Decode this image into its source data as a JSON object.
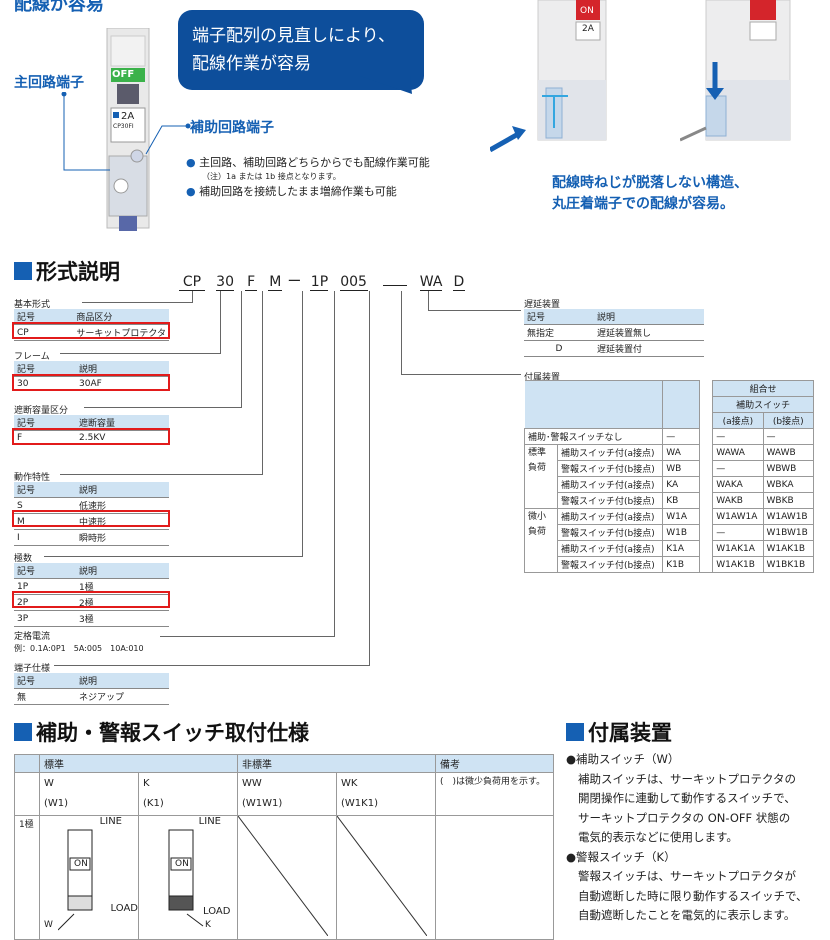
{
  "top": {
    "header_cut": "配線が容易",
    "bubble_line1": "端子配列の見直しにより、",
    "bubble_line2": "配線作業が容易",
    "main_terminal": "主回路端子",
    "aux_terminal": "補助回路端子",
    "breaker_off": "OFF",
    "breaker_rating": "2A",
    "breaker_model": "CP30FI",
    "bullets": [
      "主回路、補助回路どちらからでも配線作業可能",
      "補助回路を接続したまま増締作業も可能"
    ],
    "note": "（注）1a または 1b 接点となります。",
    "right_caption_line1": "配線時ねじが脱落しない構造、",
    "right_caption_line2": "丸圧着端子での配線が容易。",
    "right_on_label": "ON",
    "right_rating": "2A"
  },
  "format": {
    "title": "形式説明",
    "model_parts": [
      "CP",
      "30",
      "F",
      "M",
      "ー",
      "1P",
      "005",
      "",
      "WA",
      "D"
    ],
    "groups": [
      {
        "title": "基本形式",
        "header": [
          "記号",
          "商品区分"
        ],
        "rows": [
          [
            "CP",
            "サーキットプロテクタ"
          ]
        ],
        "highlight": 0
      },
      {
        "title": "フレーム",
        "header": [
          "記号",
          "説明"
        ],
        "rows": [
          [
            "30",
            "30AF"
          ]
        ],
        "highlight": 0
      },
      {
        "title": "遮断容量区分",
        "header": [
          "記号",
          "遮断容量"
        ],
        "rows": [
          [
            "F",
            "2.5KV"
          ]
        ],
        "highlight": 0
      },
      {
        "title": "動作特性",
        "header": [
          "記号",
          "説明"
        ],
        "rows": [
          [
            "S",
            "低速形"
          ],
          [
            "M",
            "中速形"
          ],
          [
            "I",
            "瞬時形"
          ]
        ],
        "highlight": 1
      },
      {
        "title": "極数",
        "header": [
          "記号",
          "説明"
        ],
        "rows": [
          [
            "1P",
            "1極"
          ],
          [
            "2P",
            "2極"
          ],
          [
            "3P",
            "3極"
          ]
        ],
        "highlight": 1
      }
    ],
    "rated_current_title": "定格電流",
    "rated_current_example": "例：0.1A:0P1　5A:005　10A:010",
    "terminal_title": "端子仕様",
    "terminal_header": [
      "記号",
      "説明"
    ],
    "terminal_rows": [
      [
        "無",
        "ネジアップ"
      ]
    ],
    "delay": {
      "title": "遅延装置",
      "header": [
        "記号",
        "説明"
      ],
      "rows": [
        [
          "無指定",
          "遅延装置無し"
        ],
        [
          "D",
          "遅延装置付"
        ]
      ]
    },
    "accessory": {
      "title": "付属装置",
      "combo_header": "組合せ",
      "aux_switch_header": "補助スイッチ",
      "a_contact": "(a接点)",
      "b_contact": "(b接点)",
      "none_row": [
        "補助･警報スイッチなし",
        "—",
        "—",
        "—"
      ],
      "standard_label": "標準負荷",
      "standard_rows": [
        [
          "補助スイッチ付(a接点)",
          "WA",
          "WAWA",
          "WAWB"
        ],
        [
          "警報スイッチ付(b接点)",
          "WB",
          "—",
          "WBWB"
        ],
        [
          "補助スイッチ付(a接点)",
          "KA",
          "WAKA",
          "WBKA"
        ],
        [
          "警報スイッチ付(b接点)",
          "KB",
          "WAKB",
          "WBKB"
        ]
      ],
      "micro_label": "微小負荷",
      "micro_rows": [
        [
          "補助スイッチ付(a接点)",
          "W1A",
          "W1AW1A",
          "W1AW1B"
        ],
        [
          "警報スイッチ付(b接点)",
          "W1B",
          "—",
          "W1BW1B"
        ],
        [
          "補助スイッチ付(a接点)",
          "K1A",
          "W1AK1A",
          "W1AK1B"
        ],
        [
          "警報スイッチ付(b接点)",
          "K1B",
          "W1AK1B",
          "W1BK1B"
        ]
      ]
    }
  },
  "switch_spec": {
    "title": "補助・警報スイッチ取付仕様",
    "standard": "標準",
    "nonstandard": "非標準",
    "remarks": "備考",
    "cols": [
      "W",
      "K",
      "WW",
      "WK"
    ],
    "cols_sub": [
      "(W1)",
      "(K1)",
      "(W1W1)",
      "(W1K1)"
    ],
    "remark_text": "(　)は微少負荷用を示す。",
    "pole": "1極",
    "line": "LINE",
    "load": "LOAD",
    "on": "ON",
    "w_label": "W",
    "k_label": "K"
  },
  "accessory_desc": {
    "title": "付属装置",
    "items": [
      {
        "head": "●補助スイッチ（W）",
        "lines": [
          "補助スイッチは、サーキットプロテクタの",
          "開閉操作に連動して動作するスイッチで、",
          "サーキットプロテクタの ON-OFF 状態の",
          "電気的表示などに使用します。"
        ]
      },
      {
        "head": "●警報スイッチ（K）",
        "lines": [
          "警報スイッチは、サーキットプロテクタが",
          "自動遮断した時に限り動作するスイッチで、",
          "自動遮断したことを電気的に表示します。"
        ]
      }
    ]
  }
}
